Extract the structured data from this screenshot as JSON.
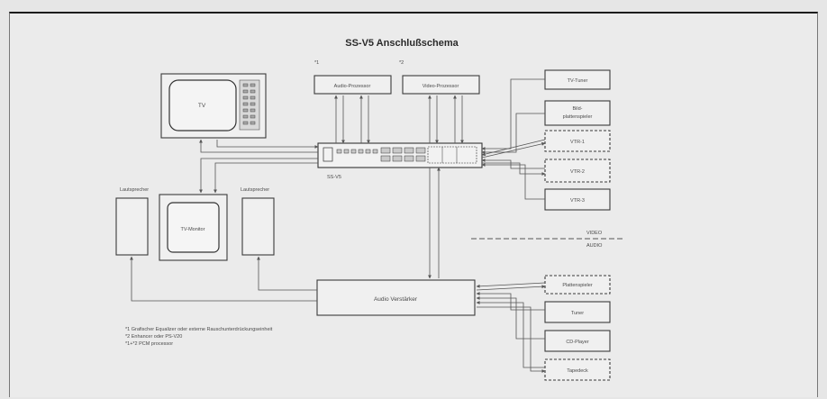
{
  "diagram": {
    "title": "SS-V5 Anschlußschema",
    "note_markers": {
      "one": "*1",
      "two": "*2"
    },
    "devices": {
      "tv": "TV",
      "audio_processor": "Audio-Prozessor",
      "video_processor": "Video-Prozessor",
      "ss_v5": "SS-V5",
      "speaker_left": "Lautsprecher",
      "speaker_right": "Lautsprecher",
      "tv_monitor": "TV-Monitor",
      "tv_tuner": "TV-Tuner",
      "disc_player_line1": "Bild-",
      "disc_player_line2": "plattenspieler",
      "vcr1": "VTR-1",
      "vcr2": "VTR-2",
      "vcr3": "VTR-3",
      "amplifier": "Audio Verstärker",
      "record_player": "Plattenspieler",
      "tuner": "Tuner",
      "cd_player": "CD-Player",
      "tape_deck": "Tapedeck"
    },
    "zones": {
      "video": "VIDEO",
      "audio": "AUDIO"
    },
    "footnotes": [
      "*1 Grafischer Equalizer oder externe Rauschunterdrückungseinheit",
      "*2 Enhancer oder PS-V20",
      "*1+*2 PCM processor"
    ]
  }
}
